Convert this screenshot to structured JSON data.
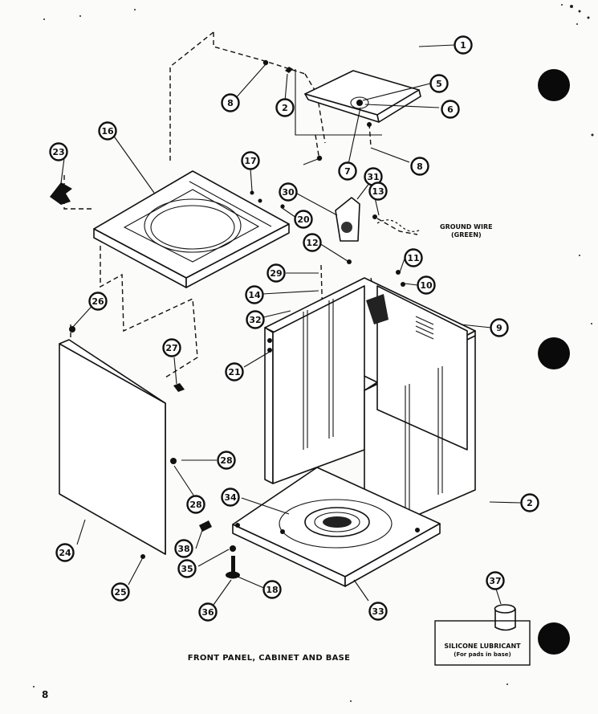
{
  "diagram": {
    "caption": "FRONT PANEL, CABINET AND BASE",
    "page_number": "8",
    "ground_wire_label": "GROUND WIRE",
    "ground_wire_sublabel": "(GREEN)",
    "lubricant_label": "SILICONE LUBRICANT",
    "lubricant_sublabel": "(For pads in base)",
    "callouts": [
      "1",
      "2",
      "5",
      "6",
      "8",
      "7",
      "8",
      "16",
      "17",
      "23",
      "30",
      "31",
      "13",
      "20",
      "12",
      "11",
      "29",
      "14",
      "10",
      "32",
      "9",
      "26",
      "27",
      "21",
      "28",
      "28",
      "2",
      "34",
      "24",
      "38",
      "35",
      "18",
      "25",
      "36",
      "33",
      "37"
    ]
  }
}
